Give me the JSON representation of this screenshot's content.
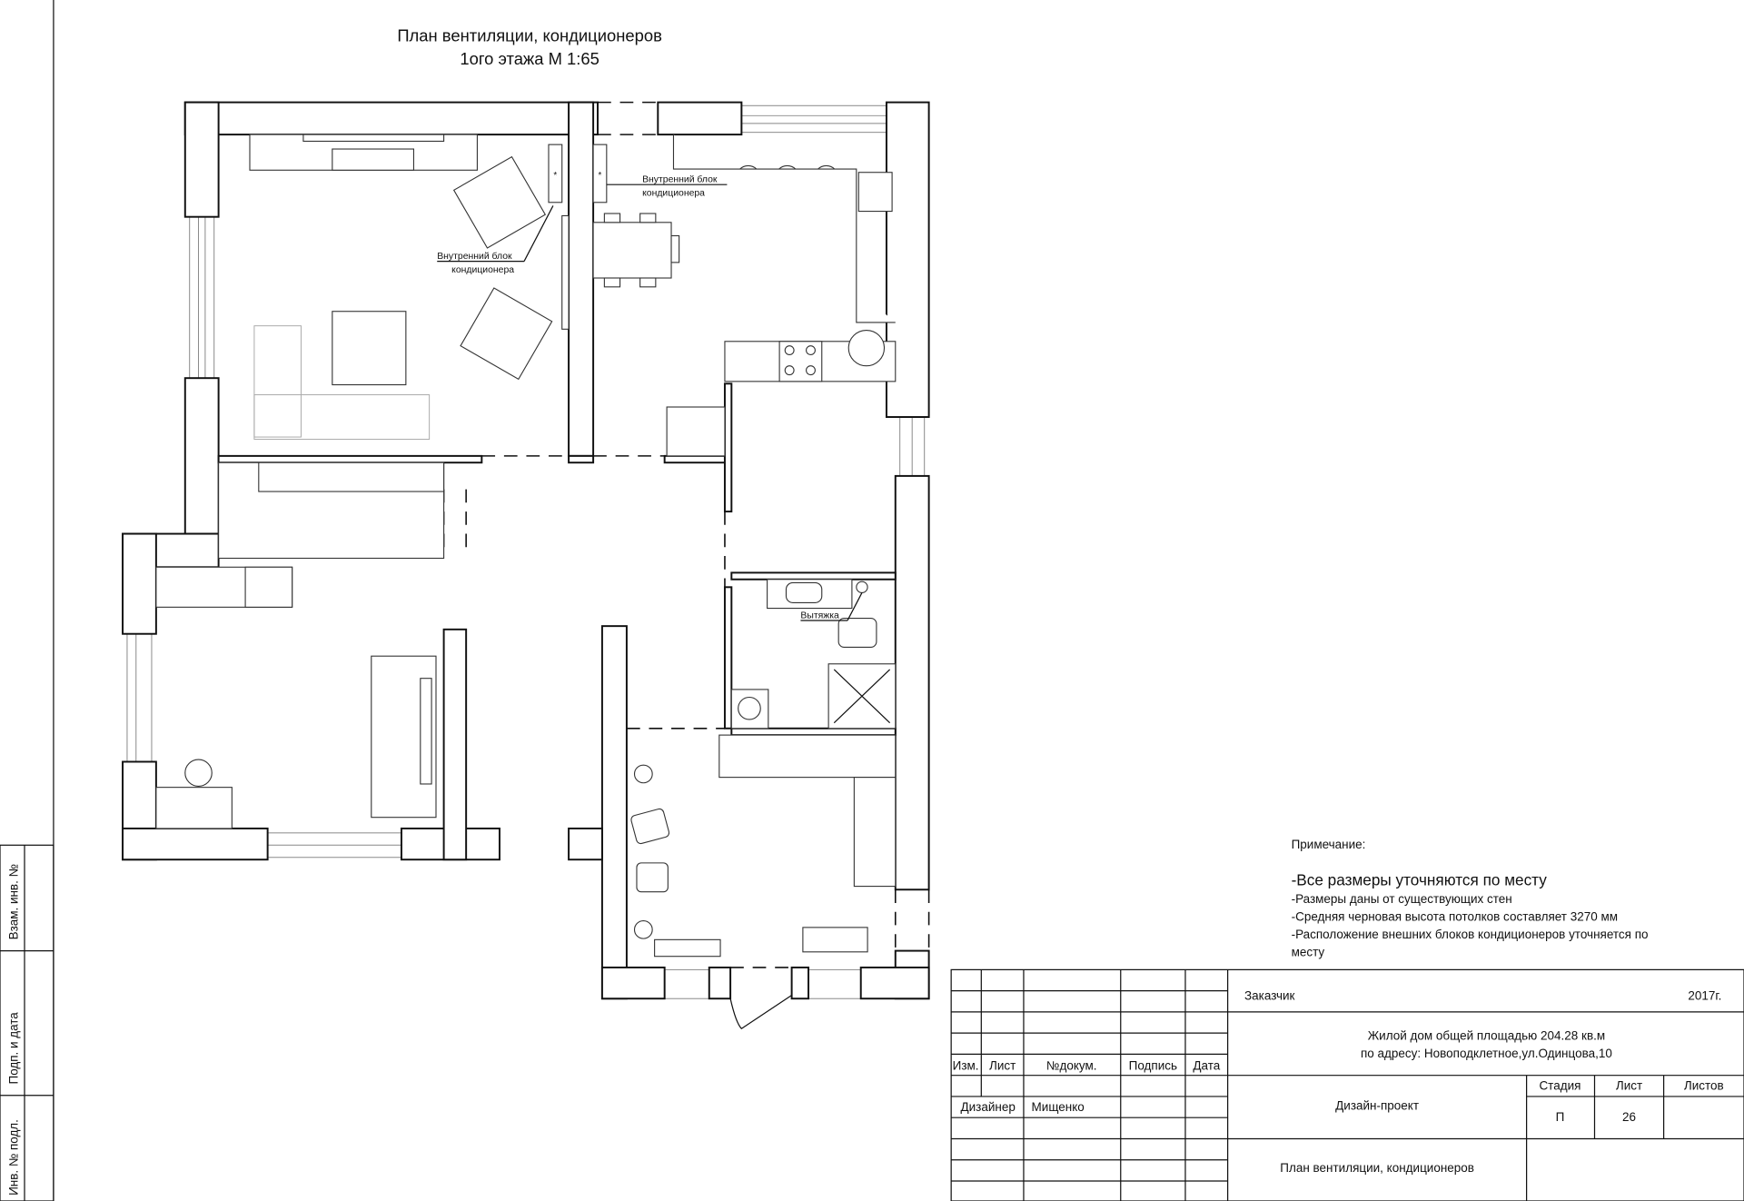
{
  "title": {
    "line1": "План вентиляции, кондиционеров",
    "line2": "1ого этажа М 1:65"
  },
  "plan_labels": {
    "ac_unit_living": [
      "Внутренний блок",
      "кондиционера"
    ],
    "ac_unit_kitchen": [
      "Внутренний блок",
      "кондиционера"
    ],
    "hood": "Вытяжка"
  },
  "notes": {
    "heading": "Примечание:",
    "main": "-Все размеры уточняются по месту",
    "items": [
      "-Размеры даны от существующих стен",
      "-Средняя черновая высота потолков составляет 3270 мм",
      "-Расположение внешних блоков кондиционеров уточняется по",
      "месту"
    ]
  },
  "side_stamp": {
    "cells": [
      "Взам. инв. №",
      "Подп. и дата",
      "Инв. № подл."
    ]
  },
  "title_block": {
    "headers": {
      "change": "Изм.",
      "sheet": "Лист",
      "doc_no": "№докум.",
      "signature": "Подпись",
      "date": "Дата"
    },
    "designer_role": "Дизайнер",
    "designer_name": "Мищенко",
    "customer_label": "Заказчик",
    "year": "2017г.",
    "object_line1": "Жилой дом общей площадью 204.28 кв.м",
    "object_line2": "по адресу: Новоподклетное,ул.Одинцова,10",
    "project_type": "Дизайн-проект",
    "stage_header": "Стадия",
    "sheet_header": "Лист",
    "sheets_header": "Листов",
    "stage": "П",
    "sheet": "26",
    "sheets": "",
    "drawing_title": "План вентиляции, кондиционеров"
  }
}
